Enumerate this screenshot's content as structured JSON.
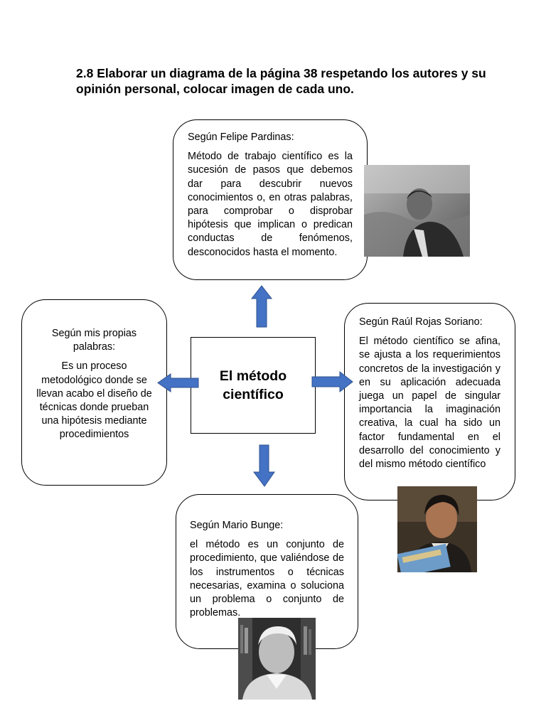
{
  "title": "2.8 Elaborar un diagrama de la página 38 respetando los autores y su opinión personal, colocar imagen de cada uno.",
  "center": {
    "line1": "El método",
    "line2": "científico"
  },
  "top_box": {
    "heading": "Según Felipe Pardinas:",
    "text": "Método de trabajo científico es la sucesión de pasos que debemos dar para descubrir nuevos conocimientos o, en otras palabras, para comprobar o disprobar hipótesis que implican o predican conductas de fenómenos, desconocidos hasta el momento."
  },
  "left_box": {
    "heading": "Según mis propias palabras:",
    "text": "Es un proceso metodológico donde se llevan acabo el diseño de técnicas donde prueban una hipótesis mediante procedimientos"
  },
  "right_box": {
    "heading": "Según Raúl Rojas Soriano:",
    "text": "El método científico se afina, se ajusta a los requerimientos concretos de la investigación y en su aplicación adecuada juega un papel de singular importancia la imaginación creativa, la cual ha sido un factor fundamental en el desarrollo del conocimiento y del mismo método científico"
  },
  "bottom_box": {
    "heading": "Según Mario Bunge:",
    "text": "el método es un conjunto de procedimiento, que valiéndose de los instrumentos o técnicas necesarias, examina o soluciona un problema o conjunto de problemas."
  },
  "colors": {
    "arrow_fill": "#4472c4",
    "arrow_stroke": "#2f528f",
    "border": "#000000"
  },
  "icons": [
    "arrow-up-icon",
    "arrow-down-icon",
    "arrow-left-icon",
    "arrow-right-icon"
  ]
}
